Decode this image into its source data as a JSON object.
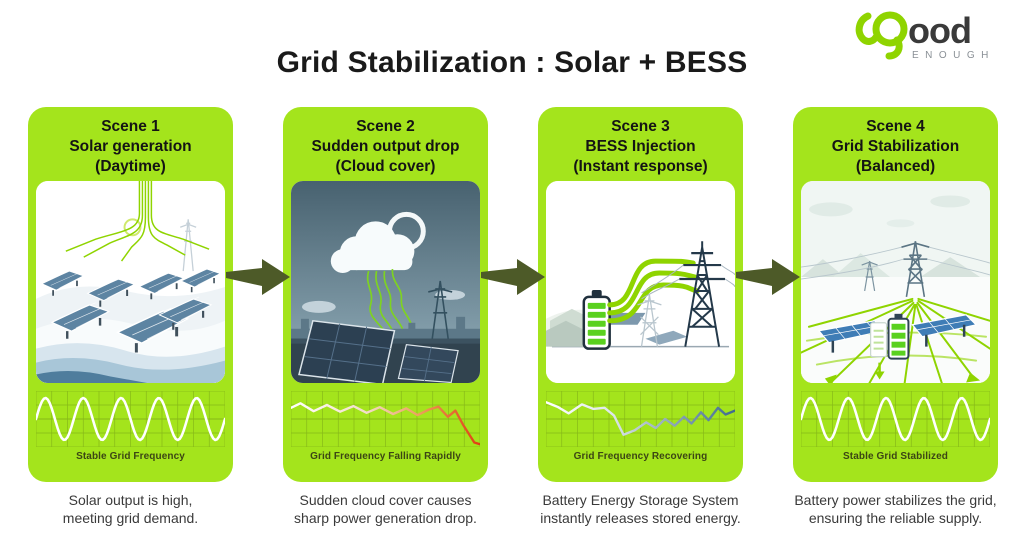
{
  "title": "Grid Stabilization : Solar + BESS",
  "brand": {
    "logo_text": "ood",
    "tagline": "ENOUGH"
  },
  "scenes": [
    {
      "label": "Scene 1",
      "subtitle": "Solar generation",
      "qualifier": "(Daytime)",
      "chart_caption": "Stable Grid Frequency",
      "desc1": "Solar output is high,",
      "desc2": "meeting grid demand."
    },
    {
      "label": "Scene 2",
      "subtitle": "Sudden output drop",
      "qualifier": "(Cloud cover)",
      "chart_caption": "Grid Frequency Falling Rapidly",
      "desc1": "Sudden cloud cover causes",
      "desc2": "sharp power generation drop."
    },
    {
      "label": "Scene 3",
      "subtitle": "BESS Injection",
      "qualifier": "(Instant response)",
      "chart_caption": "Grid Frequency Recovering",
      "desc1": "Battery Energy Storage System",
      "desc2": "instantly releases stored energy."
    },
    {
      "label": "Scene 4",
      "subtitle": "Grid Stabilization",
      "qualifier": "(Balanced)",
      "chart_caption": "Stable Grid Stabilized",
      "desc1": "Battery power stabilizes the grid,",
      "desc2": "ensuring the reliable supply."
    }
  ],
  "chart_data": [
    {
      "scene": 1,
      "type": "line",
      "pattern": "sine",
      "cycles": 5,
      "grid": true,
      "stroke_colors": [
        "#ffffff"
      ],
      "caption": "Stable Grid Frequency",
      "meaning": "stable oscillating grid frequency"
    },
    {
      "scene": 2,
      "type": "line",
      "pattern": "points",
      "grid": true,
      "points": [
        [
          0,
          0.3
        ],
        [
          0.05,
          0.22
        ],
        [
          0.12,
          0.36
        ],
        [
          0.19,
          0.25
        ],
        [
          0.26,
          0.37
        ],
        [
          0.33,
          0.27
        ],
        [
          0.4,
          0.39
        ],
        [
          0.47,
          0.29
        ],
        [
          0.54,
          0.41
        ],
        [
          0.61,
          0.31
        ],
        [
          0.67,
          0.43
        ],
        [
          0.73,
          0.33
        ],
        [
          0.78,
          0.28
        ],
        [
          0.83,
          0.46
        ],
        [
          0.87,
          0.35
        ],
        [
          0.91,
          0.6
        ],
        [
          0.97,
          0.92
        ],
        [
          1,
          0.95
        ]
      ],
      "stroke_colors": [
        "#ffffff",
        "#f3ddc9",
        "#eb9a55",
        "#df3f12"
      ],
      "stop_offsets": [
        0,
        0.4,
        0.7,
        1
      ],
      "caption": "Grid Frequency Falling Rapidly",
      "meaning": "frequency zigzags downward then drops sharply"
    },
    {
      "scene": 3,
      "type": "line",
      "pattern": "points",
      "grid": true,
      "points": [
        [
          0,
          0.2
        ],
        [
          0.06,
          0.28
        ],
        [
          0.12,
          0.4
        ],
        [
          0.19,
          0.24
        ],
        [
          0.25,
          0.32
        ],
        [
          0.31,
          0.3
        ],
        [
          0.36,
          0.44
        ],
        [
          0.41,
          0.78
        ],
        [
          0.47,
          0.7
        ],
        [
          0.53,
          0.56
        ],
        [
          0.58,
          0.66
        ],
        [
          0.63,
          0.5
        ],
        [
          0.68,
          0.62
        ],
        [
          0.73,
          0.46
        ],
        [
          0.77,
          0.58
        ],
        [
          0.82,
          0.38
        ],
        [
          0.86,
          0.52
        ],
        [
          0.91,
          0.3
        ],
        [
          0.95,
          0.42
        ],
        [
          1,
          0.35
        ]
      ],
      "stroke_colors": [
        "#ffffff",
        "#dde6ea",
        "#9db4c2",
        "#3f6a8f"
      ],
      "stop_offsets": [
        0,
        0.35,
        0.6,
        1
      ],
      "caption": "Grid Frequency Recovering",
      "meaning": "frequency dips then recovers in steps"
    },
    {
      "scene": 4,
      "type": "line",
      "pattern": "sine",
      "cycles": 5,
      "grid": true,
      "stroke_colors": [
        "#ffffff"
      ],
      "caption": "Stable Grid Stabilized",
      "meaning": "stable oscillating grid frequency restored"
    }
  ],
  "colors": {
    "card_green": "#a4e41c",
    "energy_green": "#8fd400",
    "arrow_olive": "#4d5a28",
    "chart_grid": "#6e9416",
    "falling_red": "#df3f12",
    "recovering_blue": "#3f6a8f"
  }
}
